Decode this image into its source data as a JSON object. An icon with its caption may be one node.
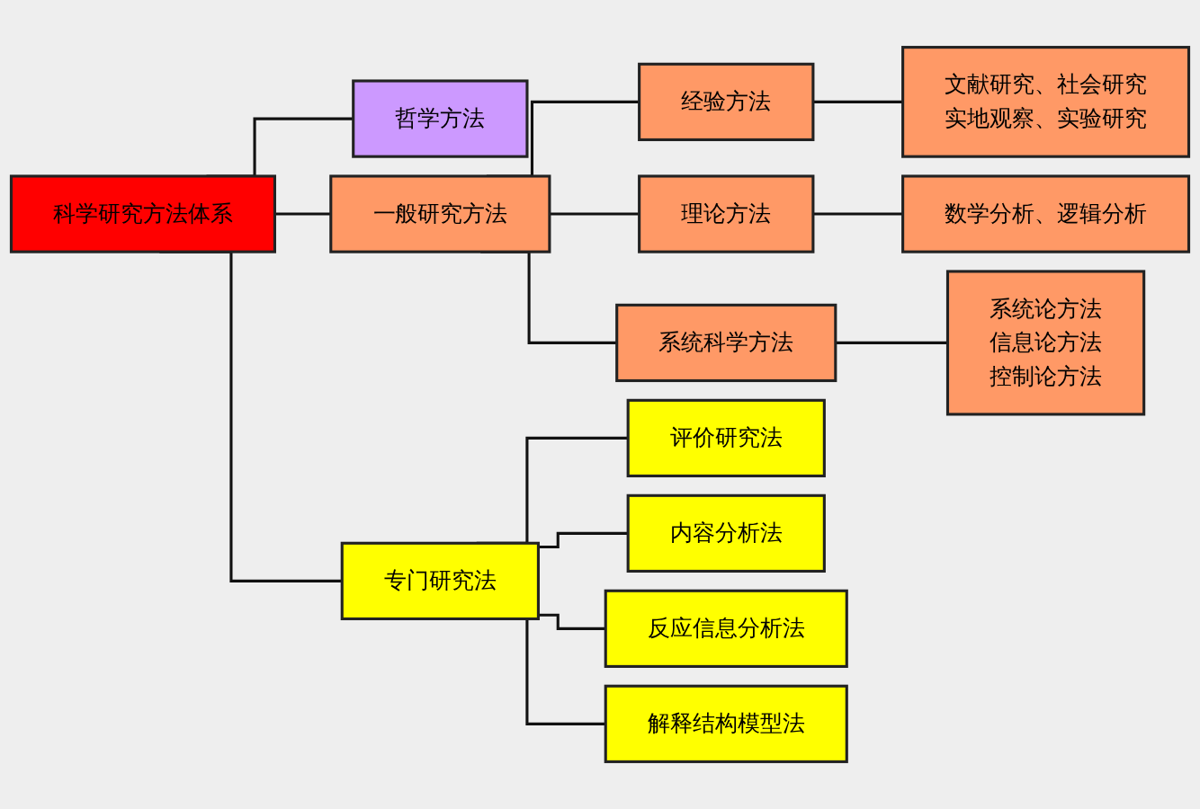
{
  "diagram": {
    "nodes": [
      {
        "text": [
          "科学研究方法体系"
        ]
      },
      {
        "text": [
          "哲学方法"
        ]
      },
      {
        "text": [
          "一般研究方法"
        ]
      },
      {
        "text": [
          "经验方法"
        ]
      },
      {
        "text": [
          "文献研究、社会研究",
          "实地观察、实验研究"
        ]
      },
      {
        "text": [
          "理论方法"
        ]
      },
      {
        "text": [
          "数学分析、逻辑分析"
        ]
      },
      {
        "text": [
          "系统科学方法"
        ]
      },
      {
        "text": [
          "系统论方法",
          "信息论方法",
          "控制论方法"
        ]
      },
      {
        "text": [
          "专门研究法"
        ]
      },
      {
        "text": [
          "评价研究法"
        ]
      },
      {
        "text": [
          "内容分析法"
        ]
      },
      {
        "text": [
          "反应信息分析法"
        ]
      },
      {
        "text": [
          "解释结构模型法"
        ]
      }
    ],
    "edges": [
      {
        "from": 0,
        "to": 1,
        "arrow": "none"
      },
      {
        "from": 0,
        "to": 2,
        "arrow": "none"
      },
      {
        "from": 0,
        "to": 9,
        "arrow": "none"
      },
      {
        "from": 2,
        "to": 3,
        "arrow": "none"
      },
      {
        "from": 2,
        "to": 5,
        "arrow": "none"
      },
      {
        "from": 2,
        "to": 7,
        "arrow": "none"
      },
      {
        "from": 3,
        "to": 4,
        "arrow": "none"
      },
      {
        "from": 5,
        "to": 6,
        "arrow": "none"
      },
      {
        "from": 7,
        "to": 8,
        "arrow": "none"
      },
      {
        "from": 9,
        "to": 10,
        "arrow": "none"
      },
      {
        "from": 9,
        "to": 11,
        "arrow": "none"
      },
      {
        "from": 9,
        "to": 12,
        "arrow": "none"
      },
      {
        "from": 9,
        "to": 13,
        "arrow": "none"
      }
    ]
  }
}
